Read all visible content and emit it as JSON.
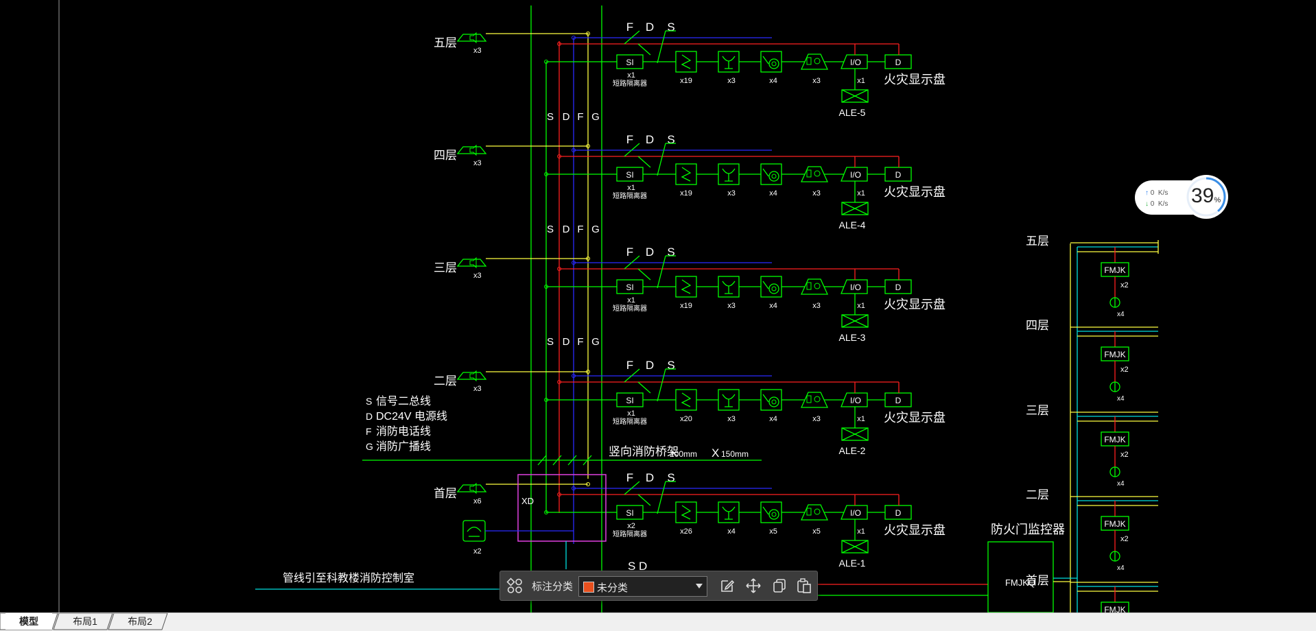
{
  "floors": [
    {
      "name": "五层",
      "speaker_count": "x3",
      "bus_code": "SDFG",
      "si_count": "x1",
      "si_label": "短路隔离器",
      "smoke_count": "x19",
      "heat_count": "x3",
      "hydrant_count": "x4",
      "alarm_count": "x3",
      "io_count": "x1",
      "ale": "ALE-5",
      "panel": "火灾显示盘",
      "io_label": "I/O",
      "si_text": "SI",
      "d_text": "D",
      "fds": [
        "F",
        "D",
        "S"
      ]
    },
    {
      "name": "四层",
      "speaker_count": "x3",
      "bus_code": "SDFG",
      "si_count": "x1",
      "si_label": "短路隔离器",
      "smoke_count": "x19",
      "heat_count": "x3",
      "hydrant_count": "x4",
      "alarm_count": "x3",
      "io_count": "x1",
      "ale": "ALE-4",
      "panel": "火灾显示盘",
      "io_label": "I/O",
      "si_text": "SI",
      "d_text": "D",
      "fds": [
        "F",
        "D",
        "S"
      ]
    },
    {
      "name": "三层",
      "speaker_count": "x3",
      "bus_code": "SDFG",
      "si_count": "x1",
      "si_label": "短路隔离器",
      "smoke_count": "x19",
      "heat_count": "x3",
      "hydrant_count": "x4",
      "alarm_count": "x3",
      "io_count": "x1",
      "ale": "ALE-3",
      "panel": "火灾显示盘",
      "io_label": "I/O",
      "si_text": "SI",
      "d_text": "D",
      "fds": [
        "F",
        "D",
        "S"
      ]
    },
    {
      "name": "二层",
      "speaker_count": "x3",
      "bus_code": "",
      "si_count": "x1",
      "si_label": "短路隔离器",
      "smoke_count": "x20",
      "heat_count": "x3",
      "hydrant_count": "x4",
      "alarm_count": "x3",
      "io_count": "x1",
      "ale": "ALE-2",
      "panel": "火灾显示盘",
      "io_label": "I/O",
      "si_text": "SI",
      "d_text": "D",
      "fds": [
        "F",
        "D",
        "S"
      ]
    },
    {
      "name": "首层",
      "speaker_count": "x6",
      "bus_code": "",
      "si_count": "x2",
      "si_label": "短路隔离器",
      "smoke_count": "x26",
      "heat_count": "x4",
      "hydrant_count": "x5",
      "alarm_count": "x5",
      "io_count": "x1",
      "ale": "ALE-1",
      "panel": "火灾显示盘",
      "io_label": "I/O",
      "si_text": "SI",
      "d_text": "D",
      "fds": [
        "F",
        "D",
        "S"
      ]
    }
  ],
  "legend": [
    {
      "code": "S",
      "text": "信号二总线"
    },
    {
      "code": "D",
      "text": "DC24V  电源线"
    },
    {
      "code": "F",
      "text": "消防电话线"
    },
    {
      "code": "G",
      "text": "消防广播线"
    }
  ],
  "tray": {
    "text": "竖向消防桥架",
    "w": "200mm",
    "x": "X",
    "h": "150mm"
  },
  "phone_count": "x2",
  "xd_label": "XD",
  "bottom_sd": "S  D",
  "route_note": "管线引至科教楼消防控制室",
  "fire_door": {
    "controller_title": "防火门监控器",
    "controller_code": "FMJKQ",
    "module": "FMJK",
    "module_count": "x2",
    "closer_count": "x4",
    "floors": [
      "五层",
      "四层",
      "三层",
      "二层",
      "首层"
    ]
  },
  "toolbar": {
    "label": "标注分类",
    "select_value": "未分类",
    "swatch_color": "#e8501e"
  },
  "net_widget": {
    "up_value": "0",
    "down_value": "0",
    "unit": "K/s",
    "percent_value": "39",
    "percent_sign": "%",
    "percent_fill": 0.39
  },
  "tabs": [
    "模型",
    "布局1",
    "布局2"
  ],
  "colors": {
    "green": "#00ff00",
    "red": "#ff2020",
    "blue": "#2a2aff",
    "yellow": "#ffff40",
    "cyan": "#00e0e0",
    "magenta": "#e040e0",
    "white": "#ffffff"
  }
}
